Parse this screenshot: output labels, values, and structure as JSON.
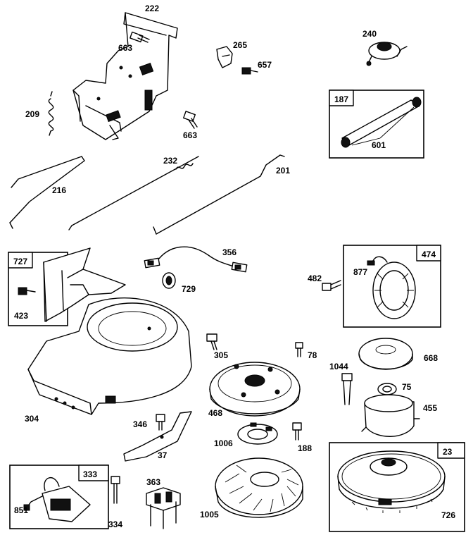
{
  "parts": {
    "p222": "222",
    "p663a": "663",
    "p265": "265",
    "p657": "657",
    "p240": "240",
    "p209": "209",
    "p663b": "663",
    "p187": "187",
    "p601": "601",
    "p232": "232",
    "p201": "201",
    "p216": "216",
    "p727": "727",
    "p423": "423",
    "p356": "356",
    "p729": "729",
    "p474": "474",
    "p877": "877",
    "p482": "482",
    "p305": "305",
    "p78": "78",
    "p668": "668",
    "p1044": "1044",
    "p75": "75",
    "p455": "455",
    "p304": "304",
    "p468": "468",
    "p346": "346",
    "p37": "37",
    "p1006": "1006",
    "p188": "188",
    "p333": "333",
    "p851": "851",
    "p363": "363",
    "p334": "334",
    "p1005": "1005",
    "p23": "23",
    "p726": "726"
  }
}
